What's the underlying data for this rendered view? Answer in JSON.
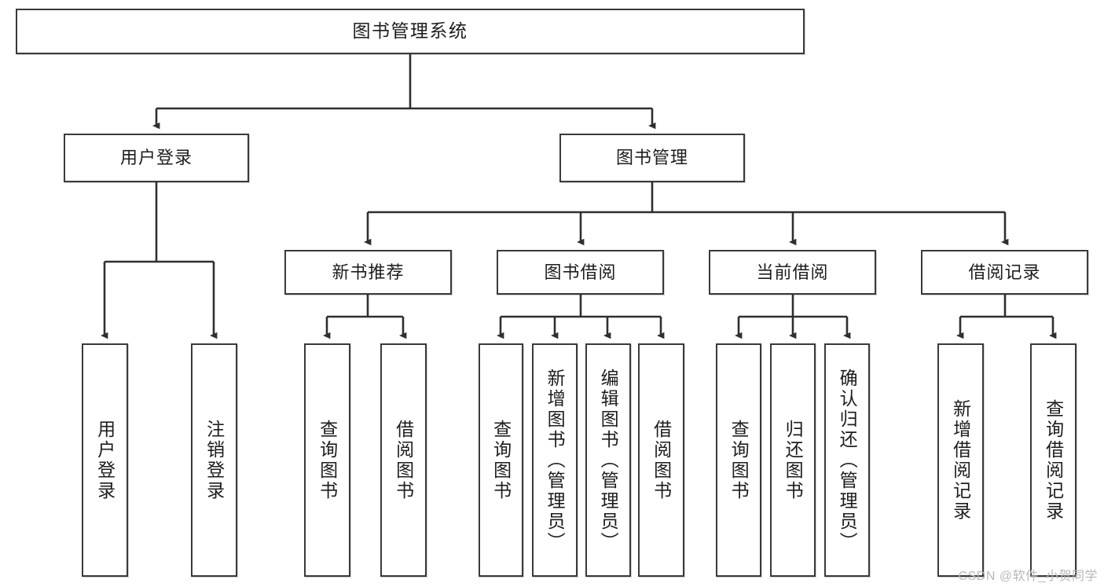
{
  "diagram": {
    "title": "图书管理系统",
    "watermark": "CSDN @软件_小贺同学",
    "colors": {
      "box_border": "#3a3a3a",
      "box_fill": "#ffffff",
      "edge": "#2f2f2f",
      "text": "#1d1d1d",
      "watermark": "#b8b8b8"
    },
    "root": {
      "label": "图书管理系统"
    },
    "level2": [
      {
        "label": "用户登录"
      },
      {
        "label": "图书管理"
      }
    ],
    "level3": [
      {
        "label": "新书推荐"
      },
      {
        "label": "图书借阅"
      },
      {
        "label": "当前借阅"
      },
      {
        "label": "借阅记录"
      }
    ],
    "leaves": {
      "user_login": [
        {
          "label": "用户登录"
        },
        {
          "label": "注销登录"
        }
      ],
      "new_book_recommend": [
        {
          "label": "查询图书"
        },
        {
          "label": "借阅图书"
        }
      ],
      "book_borrow": [
        {
          "label": "查询图书"
        },
        {
          "label": "新增图书（管理员）"
        },
        {
          "label": "编辑图书（管理员）"
        },
        {
          "label": "借阅图书"
        }
      ],
      "current_borrow": [
        {
          "label": "查询图书"
        },
        {
          "label": "归还图书"
        },
        {
          "label": "确认归还（管理员）"
        }
      ],
      "borrow_record": [
        {
          "label": "新增借阅记录"
        },
        {
          "label": "查询借阅记录"
        }
      ]
    }
  }
}
